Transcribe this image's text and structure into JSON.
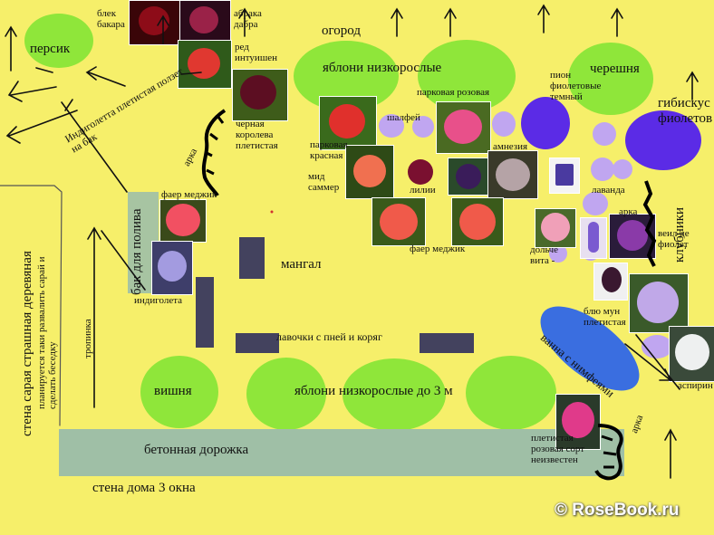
{
  "labels": {
    "persik": "персик",
    "blek_bakara": "блек бакара",
    "abraka_dabra": "абрака дабра",
    "ogorod": "огород",
    "red_intuishen": "ред интуишен",
    "yabloni_top": "яблони низкорослые",
    "chereshnya": "черешня",
    "pion": "пион фиолетовые темный",
    "gibiskus": "гибискус фиолетов",
    "indigoletta_pletistaya": "Индиголетта плетистая ползет на бак",
    "chernaya_koroleva": "черная королева плетистая",
    "arka_1": "арка",
    "parkovaya_rozovaya": "парковая розовая",
    "shalfey": "шалфей",
    "parkovaya_krasnaya": "парковая красная",
    "amneziya": "амнезия",
    "mid_sammer": "мид саммер",
    "lilii": "лилии",
    "lavanda": "лаванда",
    "faer_medzhik_left": "фаер меджик",
    "faer_medzhik_mid": "фаер меджик",
    "bak_dlya_poliva": "бак для полива",
    "indigoleta": "индиголета",
    "stena_saraya": "стена сарая страшная деревяная",
    "planiruetsya": "планируется таки развалить сарай и сделать беседку",
    "tropinka": "тропинка",
    "mangal": "мангал",
    "lavochki": "лавочки с пней и коряг",
    "dolche_vita": "дольче вита -",
    "arka_2": "арка",
    "veil_de_violet": "веил де фиолет",
    "klubniki": "клубники",
    "blu_mun": "блю мун плетистая",
    "vanna_nimfeyami": "ванна с нимфеями",
    "aspirin": "аспирин",
    "vishnya": "вишня",
    "yabloni_bottom": "яблони низкорослые до 3 м",
    "pletistaya_rozovaya": "плетистая розовая сорт неизвестен",
    "arka_3": "арка",
    "betonnaya_dorozhka": "бетонная дорожка",
    "stena_doma": "стена дома 3 окна",
    "watermark": "© RoseBook.ru"
  },
  "colors": {
    "background": "#f6ef6a",
    "tree_green": "#8fe63a",
    "lavender": "#c0a6f0",
    "violet": "#5b2be6",
    "blue_pond": "#3a6ee0",
    "concrete_path": "#9fbfa6",
    "bench": "#43425e"
  }
}
